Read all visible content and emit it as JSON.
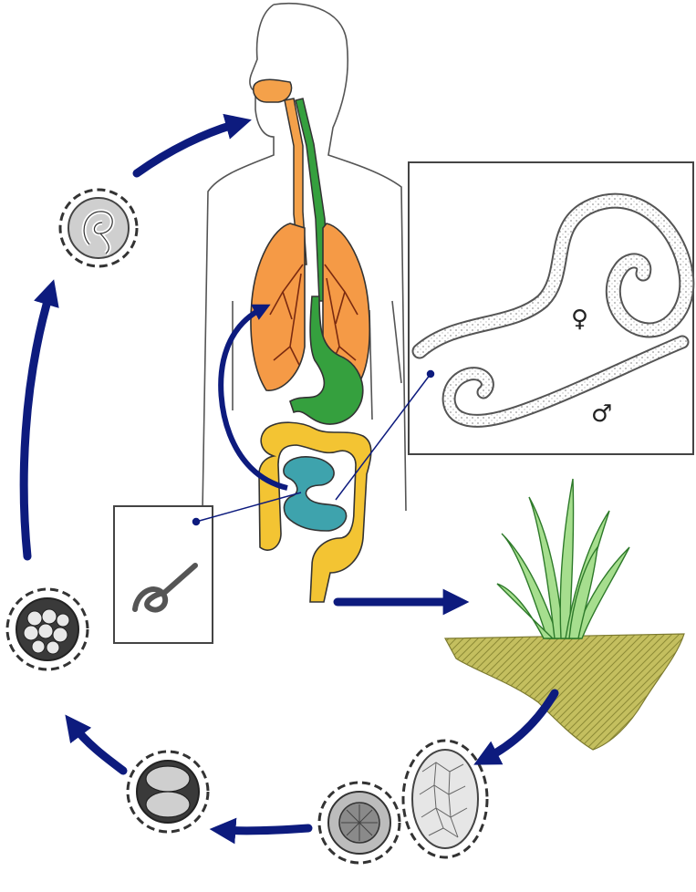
{
  "symbols": {
    "female": "♀",
    "male": "♂"
  },
  "colors": {
    "arrow": "#0d1b7e",
    "airway": "#f4a14a",
    "lung": "#f59a46",
    "stomach": "#35a03e",
    "large_intestine": "#f3c433",
    "small_intestine": "#3ea3ad",
    "grass": "#8fd07a",
    "soil": "#b9b557",
    "outline": "#333333"
  },
  "stages": [
    {
      "name": "embryonated-egg-larva"
    },
    {
      "name": "egg-morula"
    },
    {
      "name": "egg-two-cell"
    },
    {
      "name": "egg-fertilized"
    },
    {
      "name": "egg-unembryonated"
    }
  ]
}
